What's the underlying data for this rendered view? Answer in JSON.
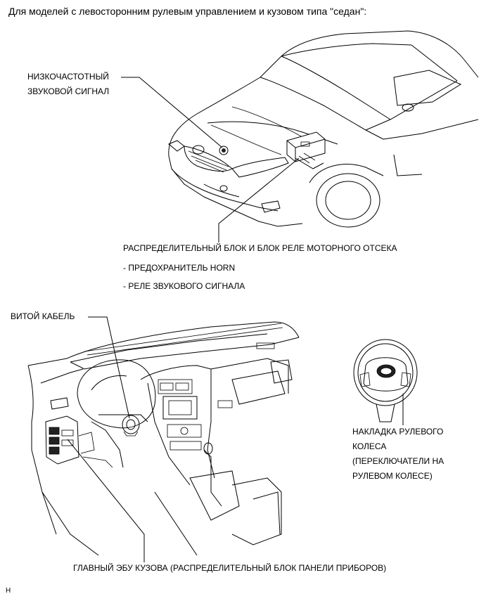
{
  "header": {
    "title": "Для моделей с левосторонним рулевым управлением и кузовом типа \"седан\":"
  },
  "labels": {
    "horn_line1": "НИЗКОЧАСТОТНЫЙ",
    "horn_line2": "ЗВУКОВОЙ СИГНАЛ",
    "relay_block": "РАСПРЕДЕЛИТЕЛЬНЫЙ БЛОК И БЛОК РЕЛЕ МОТОРНОГО ОТСЕКА",
    "relay_item1": "- ПРЕДОХРАНИТЕЛЬ HORN",
    "relay_item2": "- РЕЛЕ ЗВУКОВОГО СИГНАЛА",
    "spiral_cable": "ВИТОЙ КАБЕЛЬ",
    "wheel_line1": "НАКЛАДКА РУЛЕВОГО",
    "wheel_line2": "КОЛЕСА",
    "wheel_line3": "(ПЕРЕКЛЮЧАТЕЛИ НА",
    "wheel_line4": "РУЛЕВОМ КОЛЕСЕ)",
    "body_ecu": "ГЛАВНЫЙ ЭБУ КУЗОВА (РАСПРЕДЕЛИТЕЛЬНЫЙ БЛОК ПАНЕЛИ ПРИБОРОВ)"
  },
  "footer": {
    "code": "H"
  }
}
